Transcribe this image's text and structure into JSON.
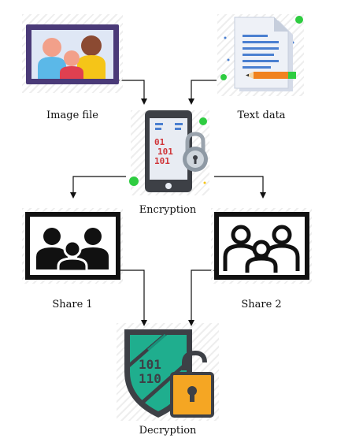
{
  "diagram": {
    "nodes": {
      "image_file": {
        "label": "Image file",
        "icon": "family-photo-icon"
      },
      "text_data": {
        "label": "Text data",
        "icon": "document-pencil-icon"
      },
      "encryption": {
        "label": "Encryption",
        "icon": "phone-lock-icon"
      },
      "share1": {
        "label": "Share 1",
        "icon": "share-family-icon"
      },
      "share2": {
        "label": "Share 2",
        "icon": "share-family-outline-icon"
      },
      "decryption": {
        "label": "Decryption",
        "icon": "shield-unlock-icon"
      }
    },
    "binary_text": {
      "row1": "101",
      "row2": "110"
    },
    "colors": {
      "frame_purple": "#4a3a78",
      "shield_teal": "#1fae8e",
      "lock_orange": "#f5a623",
      "accent_green": "#2ecc40",
      "phone_gray": "#3d4046",
      "binary_red": "#d0363a"
    },
    "edges": [
      {
        "from": "image_file",
        "to": "encryption"
      },
      {
        "from": "text_data",
        "to": "encryption"
      },
      {
        "from": "encryption",
        "to": "share1"
      },
      {
        "from": "encryption",
        "to": "share2"
      },
      {
        "from": "share1",
        "to": "decryption"
      },
      {
        "from": "share2",
        "to": "decryption"
      }
    ]
  }
}
